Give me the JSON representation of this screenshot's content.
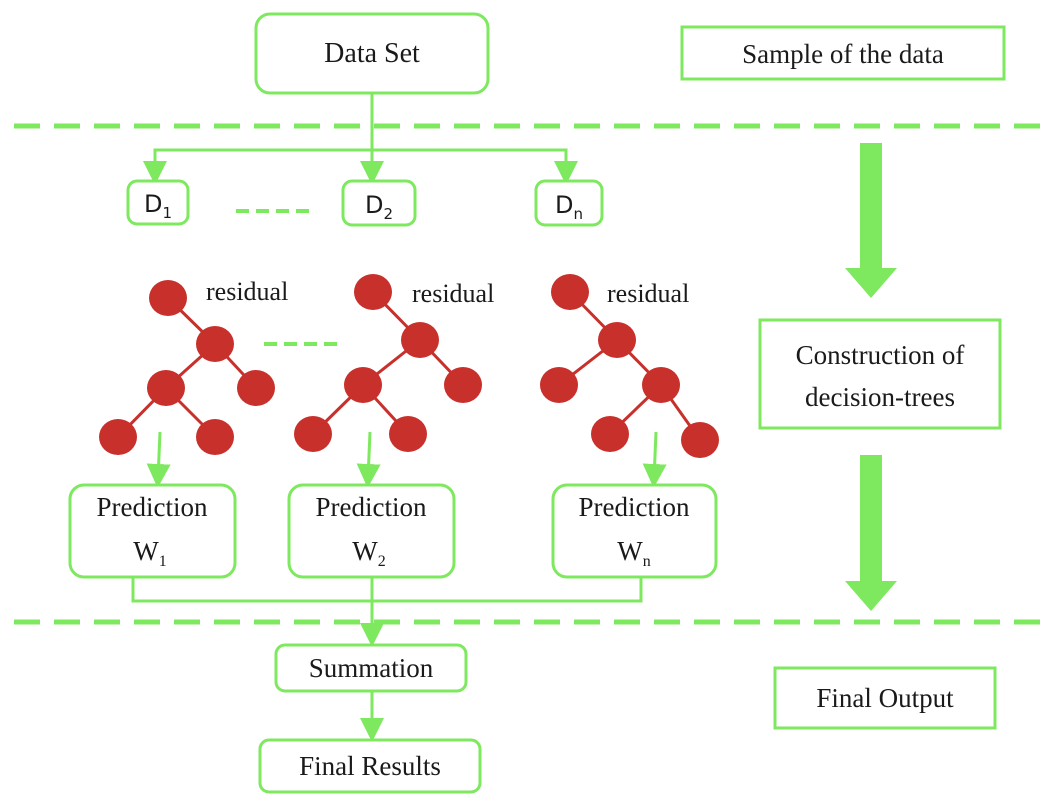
{
  "colors": {
    "accent_green": "#7ee85f",
    "node_red": "#c8302c",
    "text": "#1a1a1a"
  },
  "top": {
    "dataset_label": "Data Set",
    "sample_label": "Sample of the data"
  },
  "subsets": {
    "d1": {
      "base": "D",
      "sub": "1"
    },
    "d2": {
      "base": "D",
      "sub": "2"
    },
    "dn": {
      "base": "D",
      "sub": "n"
    }
  },
  "trees": {
    "residual_label": "residual"
  },
  "side": {
    "construction_line1": "Construction of",
    "construction_line2": "decision-trees",
    "final_output": "Final Output"
  },
  "predictions": {
    "label": "Prediction",
    "w1": {
      "base": "W",
      "sub": "1"
    },
    "w2": {
      "base": "W",
      "sub": "2"
    },
    "wn": {
      "base": "W",
      "sub": "n"
    }
  },
  "bottom": {
    "summation": "Summation",
    "final_results": "Final Results"
  }
}
